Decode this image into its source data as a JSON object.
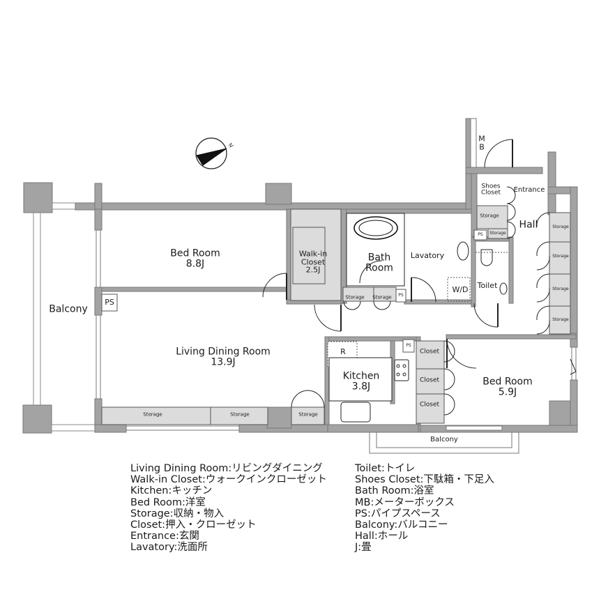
{
  "colors": {
    "wall": "#a3a3a3",
    "storage_fill": "#dcdcdc",
    "line": "#222222",
    "background": "#ffffff"
  },
  "compass": {
    "icon": "north-arrow-icon",
    "label": "N"
  },
  "rooms": {
    "bed_room_1": {
      "name": "Bed Room",
      "size": "8.8J"
    },
    "walk_in_closet": {
      "name_line1": "Walk-in",
      "name_line2": "Closet",
      "size": "2.5J"
    },
    "bath_room": {
      "name_line1": "Bath",
      "name_line2": "Room"
    },
    "lavatory": {
      "name": "Lavatory"
    },
    "wd": {
      "name": "W/D"
    },
    "toilet": {
      "name": "Toilet"
    },
    "mb": {
      "line1": "M",
      "line2": "B"
    },
    "shoes_closet": {
      "name_line1": "Shoes",
      "name_line2": "Closet"
    },
    "entrance": {
      "name": "Entrance"
    },
    "hall": {
      "name": "Hall"
    },
    "balcony_west": {
      "name": "Balcony"
    },
    "balcony_south": {
      "name": "Balcony"
    },
    "ps_west": {
      "name": "PS"
    },
    "ps_bath": {
      "name": "PS"
    },
    "ps_hall": {
      "name": "PS"
    },
    "ps_kitchen": {
      "name": "PS"
    },
    "living_dining": {
      "name": "Living Dining Room",
      "size": "13.9J"
    },
    "kitchen": {
      "name": "Kitchen",
      "size": "3.8J"
    },
    "refrigerator": {
      "name": "R"
    },
    "bed_room_2": {
      "name": "Bed Room",
      "size": "5.9J"
    },
    "closets": [
      "Closet",
      "Closet",
      "Closet"
    ],
    "storage_label": "Storage"
  },
  "legend": {
    "left": [
      "Living Dining Room:リビングダイニング",
      "Walk-in Closet:ウォークインクローゼット",
      "Kitchen:キッチン",
      "Bed Room:洋室",
      "Storage:収納・物入",
      "Closet:押入・クローゼット",
      "Entrance:玄関",
      "Lavatory:洗面所"
    ],
    "right": [
      "Toilet:トイレ",
      "Shoes Closet:下駄箱・下足入",
      "Bath Room:浴室",
      "MB:メーターボックス",
      "PS:パイプスペース",
      "Balcony:バルコニー",
      "Hall:ホール",
      "J:畳"
    ]
  }
}
